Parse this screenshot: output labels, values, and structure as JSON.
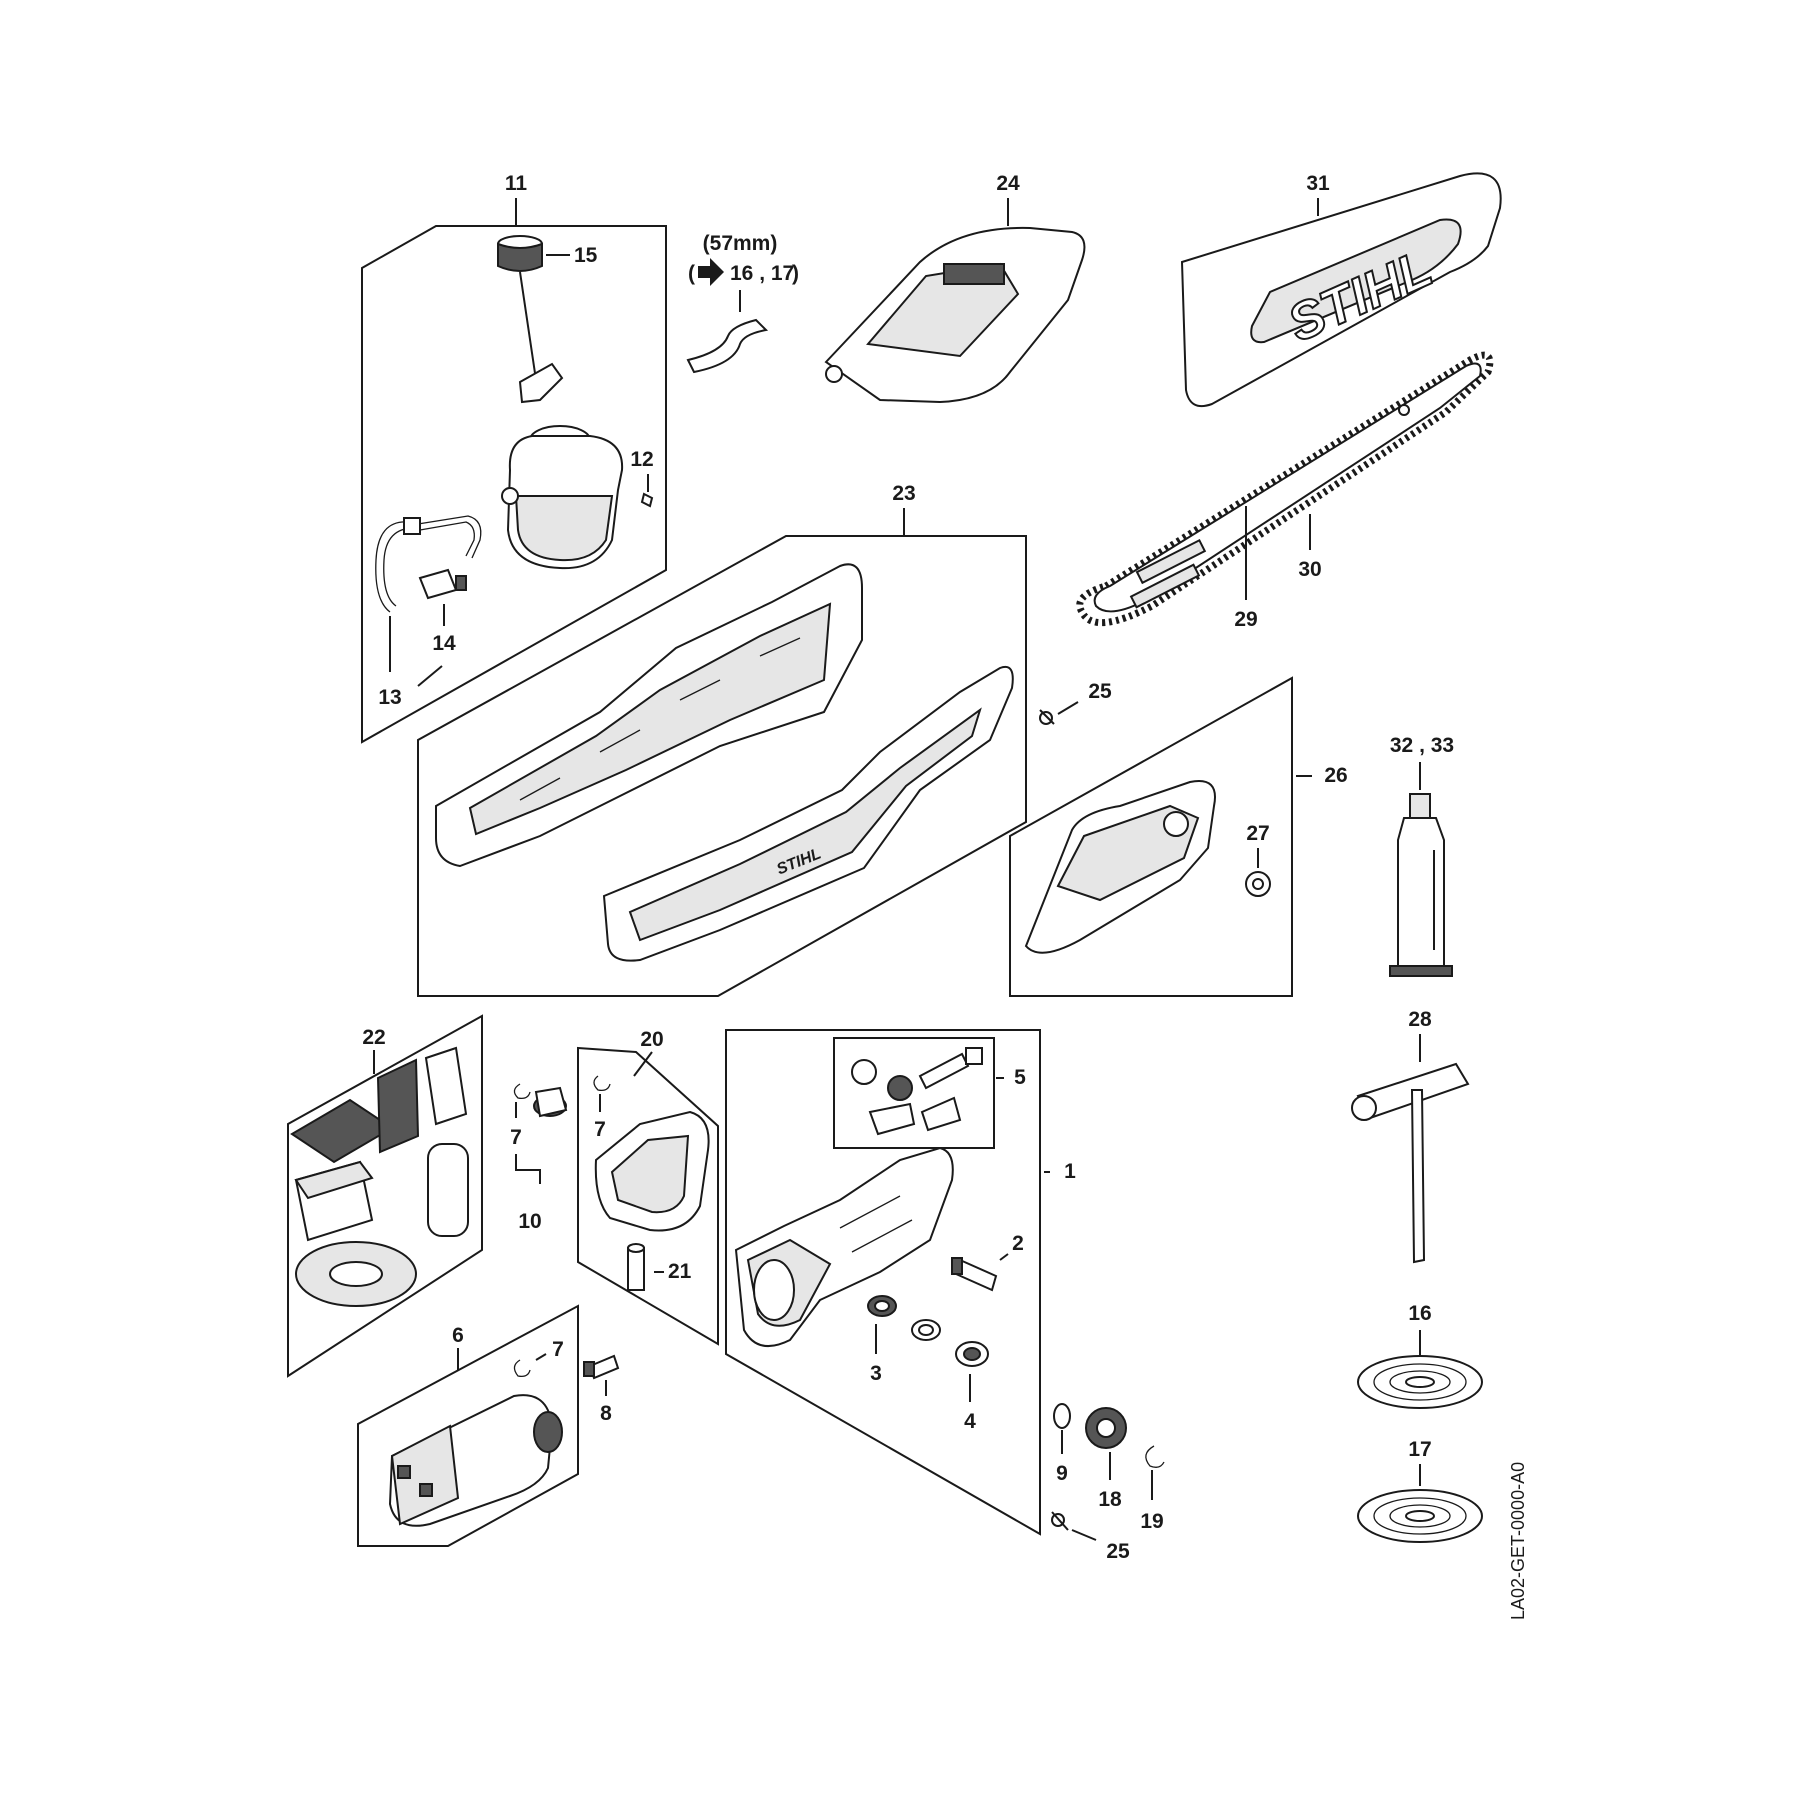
{
  "diagram": {
    "drawing_code": "LA02-GET-0000-A0",
    "brand_logo": "STIHL",
    "hose_note": {
      "length": "(57mm)",
      "refer_label": "16 , 17",
      "arrow_icon": "right-arrow-icon"
    },
    "callouts": {
      "c1": "1",
      "c2": "2",
      "c3": "3",
      "c4": "4",
      "c5": "5",
      "c6": "6",
      "c7a": "7",
      "c7b": "7",
      "c7c": "7",
      "c8": "8",
      "c9": "9",
      "c10": "10",
      "c11": "11",
      "c12": "12",
      "c13": "13",
      "c14": "14",
      "c15": "15",
      "c16": "16",
      "c17": "17",
      "c18": "18",
      "c19": "19",
      "c20": "20",
      "c21": "21",
      "c22": "22",
      "c23": "23",
      "c24": "24",
      "c25a": "25",
      "c25b": "25",
      "c26": "26",
      "c27": "27",
      "c28": "28",
      "c29": "29",
      "c30": "30",
      "c31": "31",
      "c32_33": "32 , 33"
    }
  }
}
